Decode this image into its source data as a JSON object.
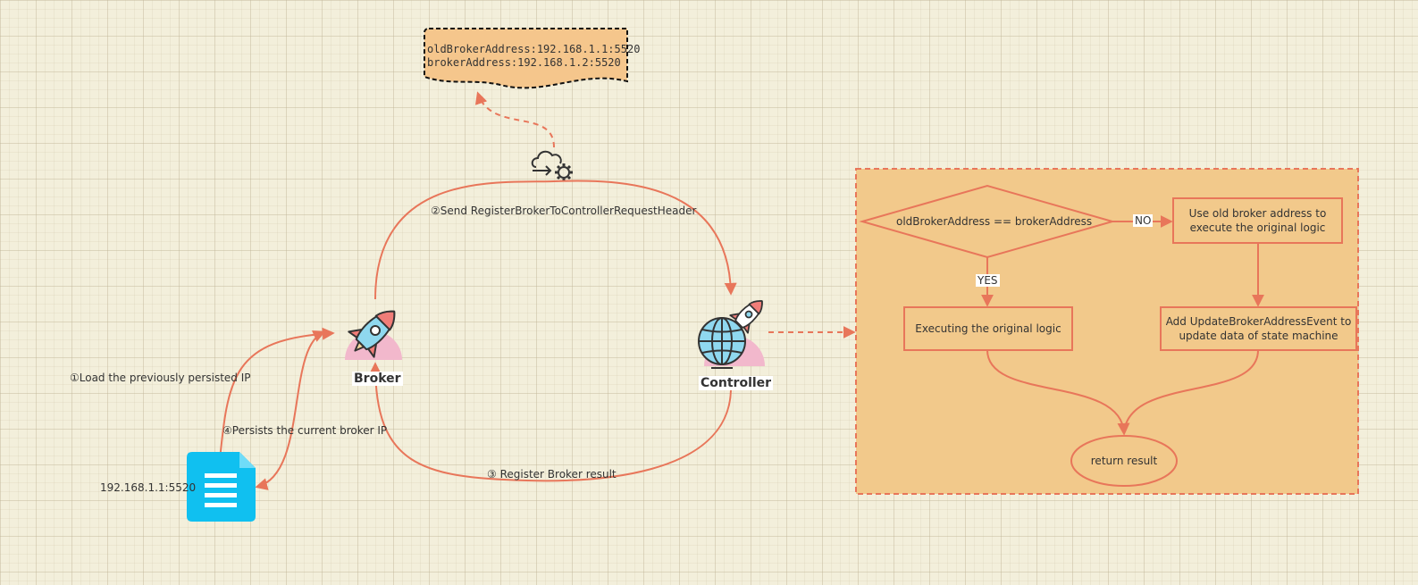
{
  "note": {
    "line1": "oldBrokerAddress:192.168.1.1:5520",
    "line2": "brokerAddress:192.168.1.2:5520"
  },
  "nodes": {
    "broker": "Broker",
    "controller": "Controller",
    "file_ip": "192.168.1.1:5520"
  },
  "edges": {
    "step1": "①Load the previously persisted IP",
    "step2": "②Send RegisterBrokerToControllerRequestHeader",
    "step3": "③ Register Broker result",
    "step4": "④Persists the current broker IP"
  },
  "flow": {
    "decision": "oldBrokerAddress == brokerAddress",
    "no_label": "NO",
    "yes_label": "YES",
    "use_old_line1": "Use old broker address to",
    "use_old_line2": "execute the original logic",
    "executing": "Executing the original logic",
    "add_event_line1": "Add UpdateBrokerAddressEvent to",
    "add_event_line2": "update data of state machine",
    "return": "return result"
  },
  "colors": {
    "edge": "#e8765a",
    "panel_fill": "#f2c98b",
    "note_fill": "#f5c68c",
    "file_icon": "#10c0f0"
  },
  "icons": [
    "rocket-icon",
    "globe-rocket-icon",
    "cloud-gear-icon",
    "document-icon"
  ]
}
